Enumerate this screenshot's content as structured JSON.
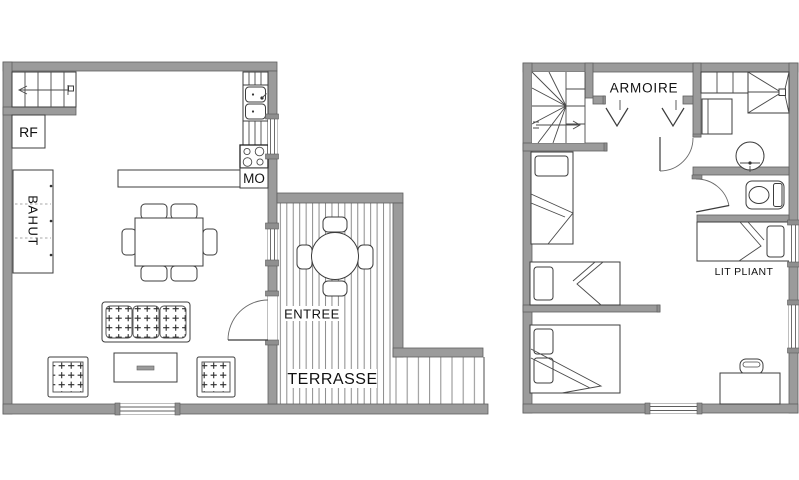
{
  "app": {
    "type": "apartment-floor-plan",
    "background": "#ffffff"
  },
  "colors": {
    "wall_fill": "#9b9b9b",
    "wall_stroke": "#5f5f5f",
    "furniture_stroke": "#3c3c3c",
    "deck_stripe": "#8c8c8c",
    "label_text": "#111111"
  },
  "ground_floor": {
    "labels": {
      "fridge": "RF",
      "sideboard": "BAHUT",
      "microwave": "MO",
      "entrance": "ENTREE",
      "terrace": "TERRASSE"
    },
    "furniture": [
      "staircase",
      "refrigerator",
      "sideboard",
      "kitchen-sink",
      "stove",
      "microwave",
      "counter-bar",
      "dining-table",
      "six-chairs",
      "sofa",
      "coffee-table",
      "two-armchairs",
      "terrace-round-table",
      "four-terrace-chairs"
    ]
  },
  "upper_floor": {
    "labels": {
      "wardrobe": "ARMOIRE",
      "folding_bed": "LIT PLIANT"
    },
    "furniture": [
      "winder-staircase",
      "wardrobe-hangers",
      "shelf",
      "corner-shower",
      "cabinet",
      "washbasin",
      "toilet",
      "single-bed",
      "single-bed",
      "double-bed",
      "folding-bed",
      "desk",
      "desk-chair"
    ]
  }
}
